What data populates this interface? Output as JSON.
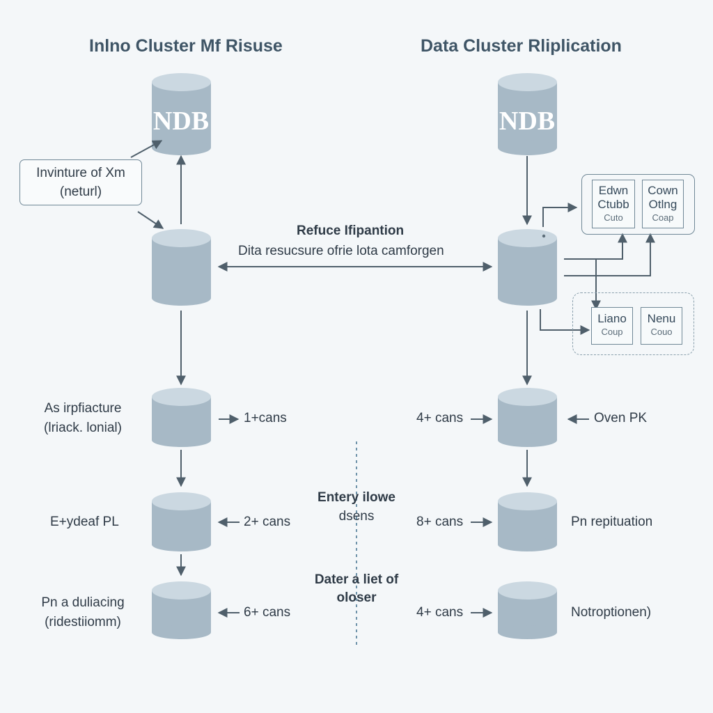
{
  "titles": {
    "left": "Inlno Cluster Mf Risuse",
    "right": "Data Cluster Rliplication"
  },
  "cylinders": {
    "left_top": "NDB",
    "right_top": "NDB"
  },
  "callout": {
    "line1": "Invinture of Xm",
    "line2": "(neturl)"
  },
  "center_link": {
    "title": "Refuce Ifipantion",
    "subtitle": "Dita resucsure ofrie lota camforgen"
  },
  "center_notes": {
    "note1_line1": "Entery ilowe",
    "note1_line2": "dsens",
    "note2_line1": "Dater a liet of",
    "note2_line2": "oloser"
  },
  "left_labels": {
    "row1_line1": "As irpfiacture",
    "row1_line2": "(lriack. lonial)",
    "row2": "E+ydeaf PL",
    "row3_line1": "Pn a duliacing",
    "row3_line2": "(ridestiiomm)"
  },
  "left_counts": [
    "1+cans",
    "2+ cans",
    "6+ cans"
  ],
  "right_counts": [
    "4+ cans",
    "8+ cans",
    "4+ cans"
  ],
  "right_labels": {
    "row1": "Oven PK",
    "row2": "Pn repituation",
    "row3": "Notroptionen)"
  },
  "group_top": {
    "box1_line1": "Edwn",
    "box1_line2": "Ctubb",
    "box1_line3": "Cuto",
    "box2_line1": "Cown",
    "box2_line2": "Otlng",
    "box2_line3": "Coap"
  },
  "group_bottom": {
    "box1_line1": "Liano",
    "box1_line2": "Coup",
    "box2_line1": "Nenu",
    "box2_line2": "Couo"
  },
  "colors": {
    "cylinder_body": "#a7b9c6",
    "cylinder_top": "#cbd8e1",
    "line": "#4f5f6b",
    "background": "#f4f7f9"
  }
}
